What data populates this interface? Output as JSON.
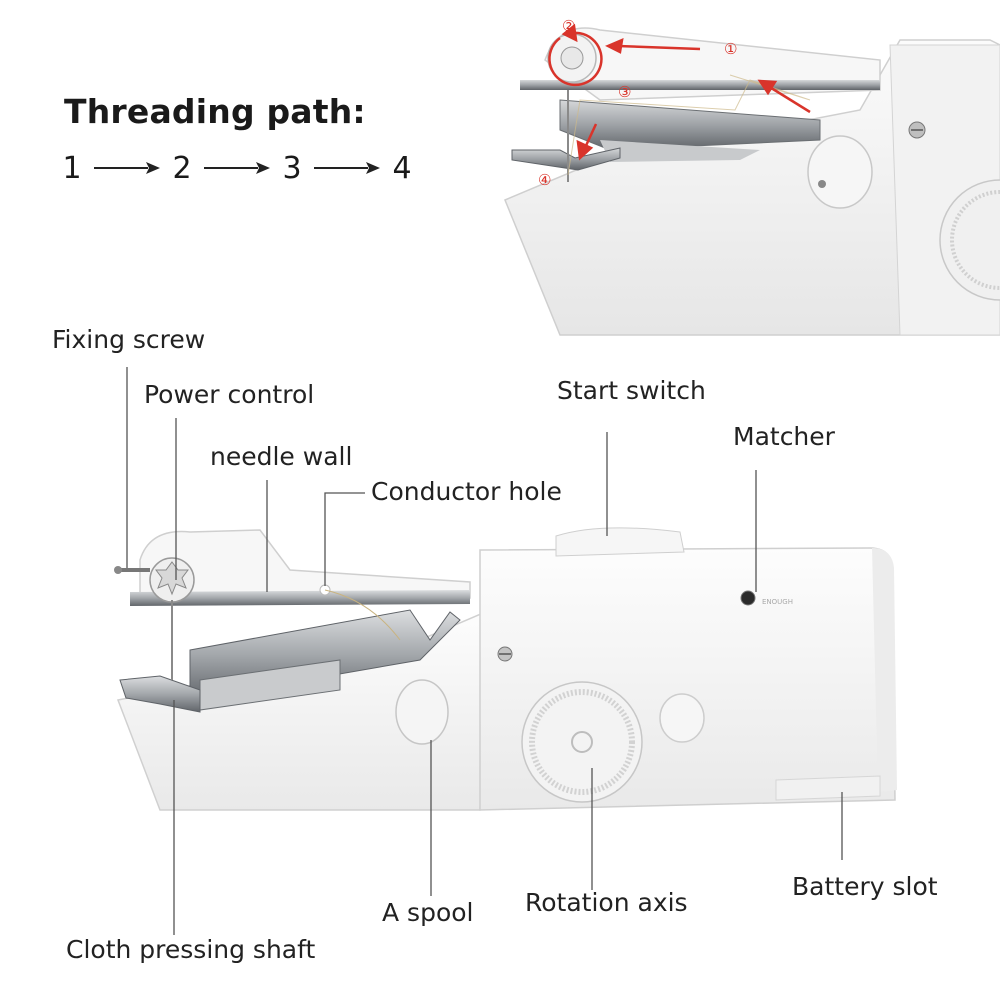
{
  "title": "Threading path:",
  "threading_steps": [
    "1",
    "2",
    "3",
    "4"
  ],
  "markers": [
    "①",
    "②",
    "③",
    "④"
  ],
  "labels": {
    "fixing_screw": "Fixing screw",
    "power_control": "Power control",
    "needle_wall": "needle wall",
    "conductor_hole": "Conductor hole",
    "start_switch": "Start switch",
    "matcher": "Matcher",
    "a_spool": "A spool",
    "rotation_axis": "Rotation axis",
    "battery_slot": "Battery slot",
    "cloth_pressing_shaft": "Cloth pressing shaft"
  },
  "colors": {
    "accent": "#d9342b",
    "body": "#f4f4f4",
    "metal": "#a8acb0",
    "leader": "#555555"
  }
}
